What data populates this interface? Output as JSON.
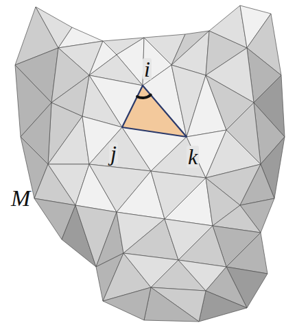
{
  "diagram": {
    "labels": [
      "i",
      "j",
      "k",
      "M"
    ]
  }
}
